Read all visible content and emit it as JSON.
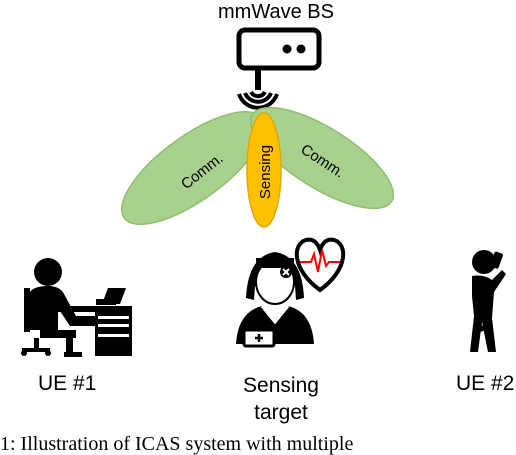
{
  "base_station": {
    "label": "mmWave BS"
  },
  "beams": {
    "left": "Comm.",
    "center": "Sensing",
    "right": "Comm."
  },
  "users": [
    {
      "label": "UE #1"
    },
    {
      "label": "UE #2"
    }
  ],
  "sensing_target": {
    "label_line1": "Sensing",
    "label_line2": "target"
  },
  "caption": "1: Illustration of ICAS system with multiple",
  "colors": {
    "comm_beam": "#a9d18e",
    "comm_beam_stroke": "#8fbf6e",
    "sensing_beam": "#ffc000",
    "sensing_beam_stroke": "#e0a800",
    "icon": "#000000",
    "heart_stroke": "#000000",
    "pulse": "#ff0000"
  }
}
